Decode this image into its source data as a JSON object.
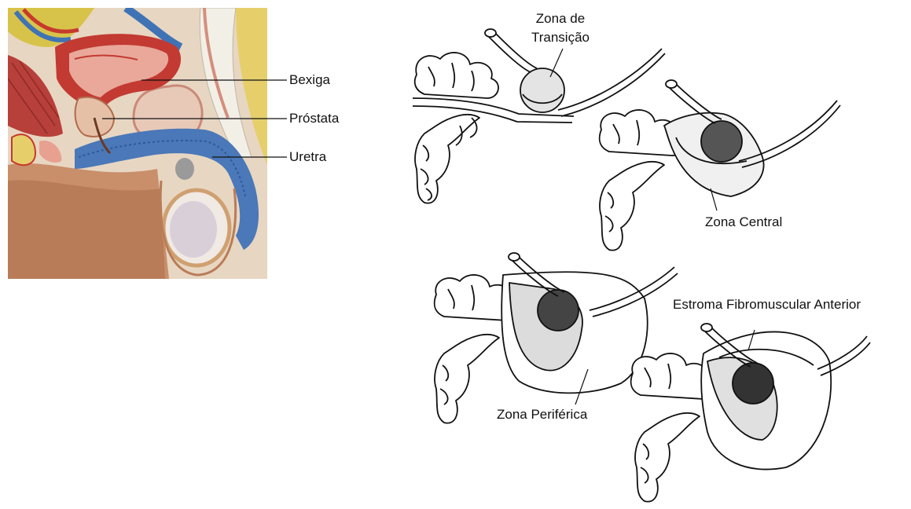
{
  "anatomy": {
    "labels": {
      "bladder": "Bexiga",
      "prostate": "Próstata",
      "urethra": "Uretra"
    }
  },
  "zones": {
    "transition_line1": "Zona de",
    "transition_line2": "Transição",
    "central": "Zona Central",
    "peripheral": "Zona Periférica",
    "anterior_stroma": "Estroma Fibromuscular Anterior"
  },
  "colors": {
    "skin": "#c98f6a",
    "muscle": "#b8403a",
    "bladder_wall": "#c23a32",
    "bladder_lumen": "#e9a89a",
    "urethra_blue": "#4a78b8",
    "nerve_yellow": "#e8d24a",
    "ink": "#111111",
    "shade": "#9a9a9a"
  }
}
